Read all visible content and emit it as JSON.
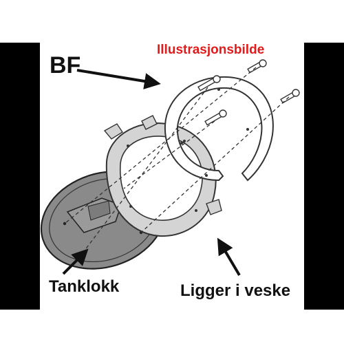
{
  "labels": {
    "bf": "BF",
    "illustration": "Illustrasjonsbilde",
    "tank_cap": "Tanklokk",
    "in_bag": "Ligger i veske"
  },
  "colors": {
    "frame": "#000000",
    "background": "#ffffff",
    "illustration_text": "#e01b1b",
    "label_text": "#111111",
    "tank_cap_fill": "#8a8a8a",
    "flange_fill": "#d4d4d4",
    "ring_fill": "#ffffff"
  }
}
